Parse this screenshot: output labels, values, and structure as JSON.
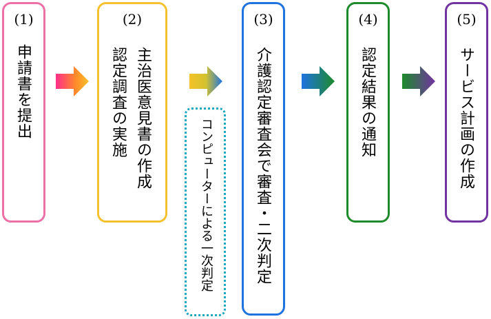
{
  "steps": [
    {
      "num": "(1)",
      "lines": [
        "申請書を提出"
      ],
      "color": "#ec6fa5"
    },
    {
      "num": "(2)",
      "lines": [
        "主治医意見書の作成",
        "認定調査の実施"
      ],
      "color": "#f5c12e"
    },
    {
      "num": "(3)",
      "lines": [
        "介護認定審査会で審査・二次判定"
      ],
      "color": "#1f73e0"
    },
    {
      "num": "(4)",
      "lines": [
        "認定結果の通知"
      ],
      "color": "#1d8a2b"
    },
    {
      "num": "(5)",
      "lines": [
        "サービス計画の作成"
      ],
      "color": "#7133a1"
    }
  ],
  "sub_box": {
    "text": "コンピューターによる一次判定",
    "color": "#1aa7c0"
  }
}
